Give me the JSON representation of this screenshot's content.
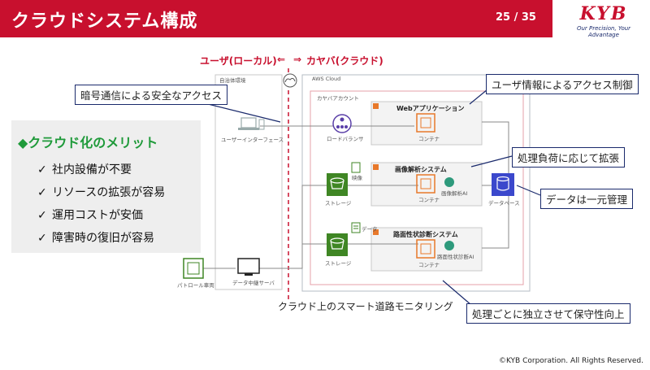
{
  "header": {
    "title": "クラウドシステム構成",
    "page": "25 / 35"
  },
  "logo": {
    "name": "KYB",
    "tagline": "Our Precision, Your Advantage"
  },
  "sides": {
    "left": "ユーザ(ローカル)",
    "right": "カヤバ(クラウド)"
  },
  "merits": {
    "title": "◆クラウド化のメリット",
    "items": [
      "社内設備が不要",
      "リソースの拡張が容易",
      "運用コストが安価",
      "障害時の復旧が容易"
    ]
  },
  "callouts": {
    "encryption": "暗号通信による安全なアクセス",
    "access_control": "ユーザ情報によるアクセス制御",
    "scaling": "処理負荷に応じて拡張",
    "central_data": "データは一元管理",
    "maintainability": "処理ごとに独立させて保守性向上"
  },
  "diagram": {
    "local_env": "自治体環境",
    "aws_cloud": "AWS Cloud",
    "account": "カヤバアカウント",
    "user_interface": "ユーザーインターフェース",
    "load_balancer": "ロードバランサ",
    "web_app": "Webアプリケーション",
    "container": "コンテナ",
    "image_system": "画像解析システム",
    "road_system": "路面性状診断システム",
    "storage": "ストレージ",
    "video": "映像",
    "data": "データ",
    "database": "データベース",
    "image_ai": "画像解析AI",
    "road_ai": "路面性状診断AI",
    "patrol_car": "パトロール車両",
    "relay_server": "データ中継サーバ",
    "caption": "クラウド上のスマート道路モニタリング"
  },
  "footer": {
    "copyright": "©KYB Corporation. All Rights Reserved."
  },
  "colors": {
    "brand_red": "#c8102e",
    "navy": "#1a2a6c",
    "green": "#1f9a3a",
    "aws_orange": "#e8792b",
    "storage_green": "#3f8624",
    "db_blue": "#3b48cc"
  }
}
